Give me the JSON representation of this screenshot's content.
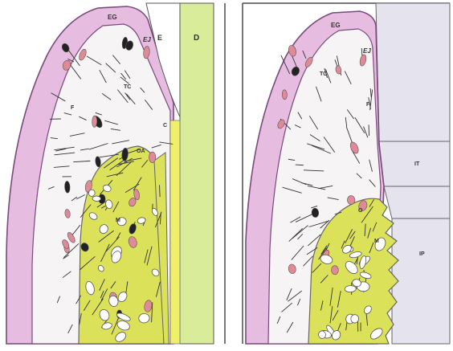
{
  "figure": {
    "left_panel": {
      "labels": {
        "eg": "EG",
        "ej": "EJ",
        "e": "E",
        "d": "D",
        "tc": "TC",
        "f": "F",
        "c": "C",
        "oa": "OA",
        "m": "M"
      }
    },
    "right_panel": {
      "labels": {
        "eg": "EG",
        "ej": "EJ",
        "tc": "TC",
        "f": "F",
        "o": "O",
        "m": "M",
        "it": "IT",
        "ip": "IP"
      }
    },
    "colors": {
      "gingiva": "#e6bde0",
      "gingiva_outline": "#7a4a7a",
      "bone": "#dbe25a",
      "dentin": "#d9ec9a",
      "implant": "#e5e3ee",
      "cell": "#e08a98",
      "fiber": "#333333",
      "frame": "#4a4a4a"
    }
  }
}
